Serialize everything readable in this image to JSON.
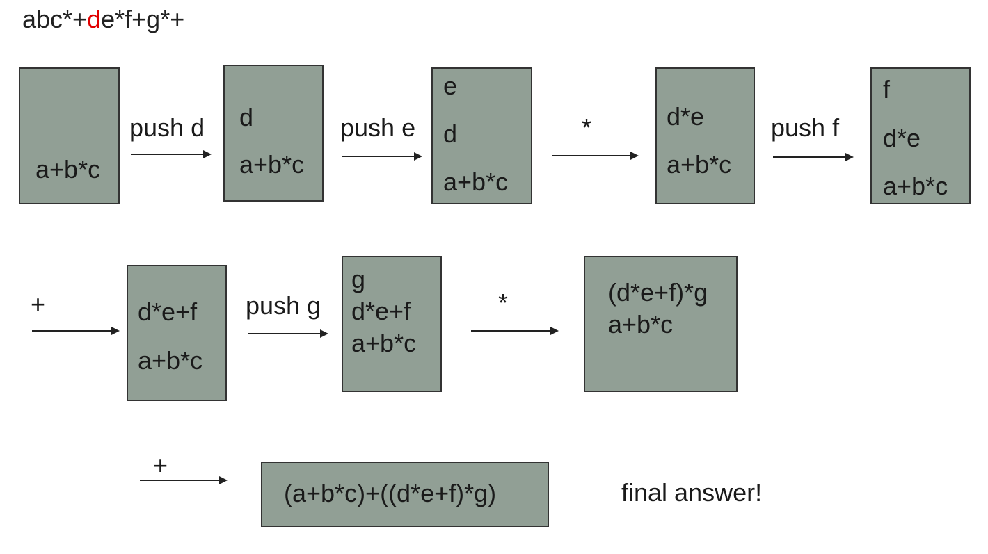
{
  "expression": {
    "before": "abc*+",
    "highlight": "d",
    "after": "e*f+g*+",
    "highlight_color": "#e00000"
  },
  "colors": {
    "box_fill": "#919f95",
    "box_border": "#333333"
  },
  "steps": {
    "s1": {
      "stack": [
        "a+b*c"
      ]
    },
    "s2": {
      "op": "push d",
      "stack": [
        "d",
        "a+b*c"
      ]
    },
    "s3": {
      "op": "push e",
      "stack": [
        "e",
        "d",
        "a+b*c"
      ]
    },
    "s4": {
      "op": "*",
      "stack": [
        "d*e",
        "a+b*c"
      ]
    },
    "s5": {
      "op": "push f",
      "stack": [
        "f",
        "d*e",
        "a+b*c"
      ]
    },
    "s6": {
      "op": "+",
      "stack": [
        "d*e+f",
        "a+b*c"
      ]
    },
    "s7": {
      "op": "push g",
      "stack": [
        "g",
        "d*e+f",
        "a+b*c"
      ]
    },
    "s8": {
      "op": "*",
      "stack": [
        "(d*e+f)*g",
        "a+b*c"
      ]
    },
    "s9": {
      "op": "+",
      "stack": [
        "(a+b*c)+((d*e+f)*g)"
      ]
    }
  },
  "final_label": "final answer!"
}
